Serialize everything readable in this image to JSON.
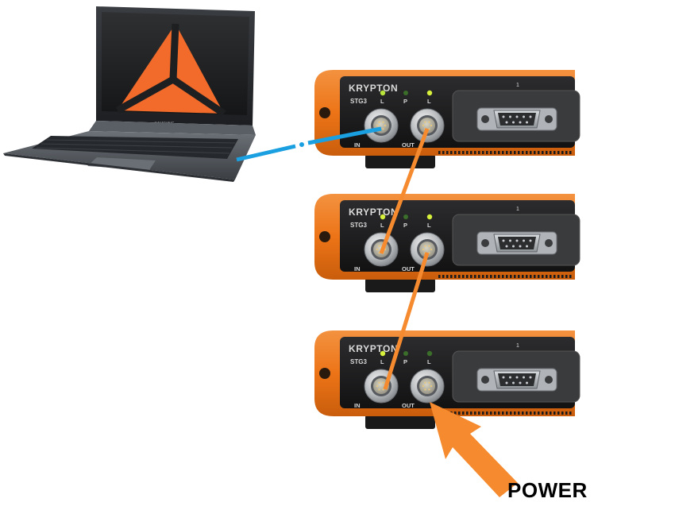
{
  "laptop": {
    "brand": "SAMSUNG",
    "logo": "dewesoft-triangle-logo"
  },
  "modules": [
    {
      "brand": "KRYPTON",
      "model": "STG3",
      "channel": "1",
      "led_label_left": "L",
      "led_label_mid": "P",
      "led_label_right": "L",
      "port_in": "IN",
      "port_out": "OUT",
      "leds": {
        "left": "#b7e33a",
        "mid": "#3b6e2a",
        "right": "#d6f03c"
      }
    },
    {
      "brand": "KRYPTON",
      "model": "STG3",
      "channel": "1",
      "led_label_left": "L",
      "led_label_mid": "P",
      "led_label_right": "L",
      "port_in": "IN",
      "port_out": "OUT",
      "leds": {
        "left": "#d6f03c",
        "mid": "#3b6e2a",
        "right": "#d6f03c"
      }
    },
    {
      "brand": "KRYPTON",
      "model": "STG3",
      "channel": "1",
      "led_label_left": "L",
      "led_label_mid": "P",
      "led_label_right": "L",
      "port_in": "IN",
      "port_out": "OUT",
      "leds": {
        "left": "#d6f03c",
        "mid": "#3b6e2a",
        "right": "#3b6e2a"
      }
    }
  ],
  "power_label": "POWER",
  "colors": {
    "module_orange": "#f07a1e",
    "ethernet_cable": "#1a9fe0",
    "ethercat_cable": "#f68a2e",
    "power_arrow": "#f68a2e",
    "logo_orange": "#f26b2a"
  }
}
